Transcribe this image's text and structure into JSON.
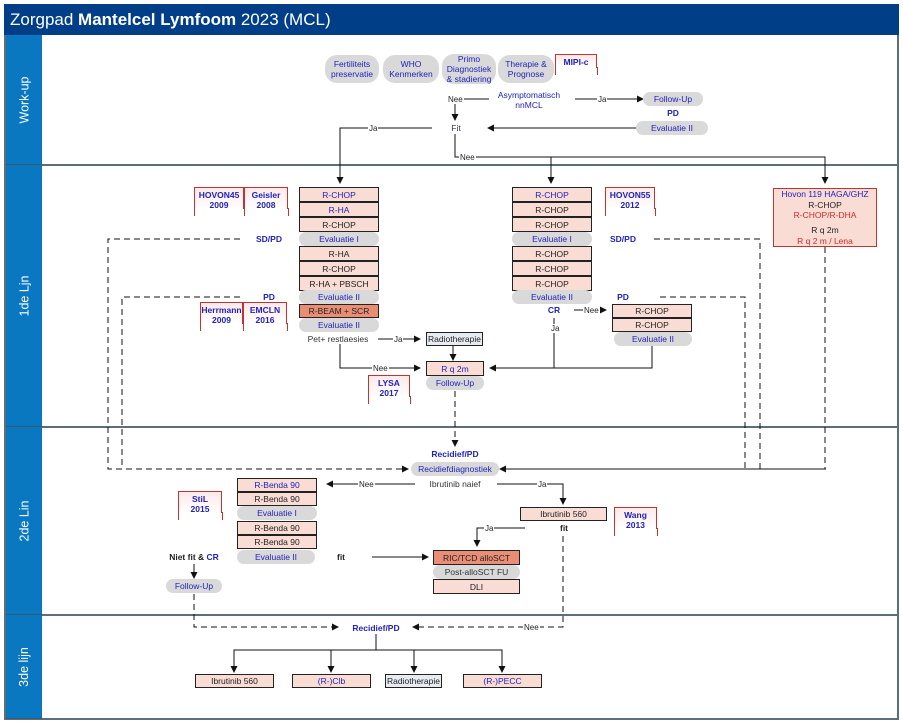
{
  "title": {
    "prefix": "Zorgpad ",
    "bold": "Mantelcel Lymfoom",
    "suffix": " 2023 (MCL)"
  },
  "lanes": [
    "Work-up",
    "1de Ljn",
    "2de Lin",
    "3de lijn"
  ],
  "workup": {
    "pills": [
      "Fertiliteits\npreservatie",
      "WHO\nKenmerken",
      "Primo\nDiagnostiek\n& stadiering",
      "Therapie &\nPrognose"
    ],
    "ref_mipi": "MIPI-c",
    "decision_asym": "Asymptomatisch\nnnMCL",
    "decision_fit": "Fit",
    "followup": "Follow-Up",
    "pd": "PD",
    "eval2": "Evaluatie II"
  },
  "labels": {
    "ja": "Ja",
    "nee": "Nee"
  },
  "line1": {
    "left_refs": [
      "HOVON45\n2009",
      "Geisler\n2008"
    ],
    "left_refs2": [
      "Herrmann\n2009",
      "EMCLN\n2016"
    ],
    "left_col": [
      "R-CHOP",
      "R-HA",
      "R-CHOP",
      "Evaluatie I",
      "R-HA",
      "R-CHOP",
      "R-HA + PBSCH",
      "Evaluatie II",
      "R-BEAM + SCR",
      "Evaluatie II"
    ],
    "sdpd": "SD/PD",
    "pd": "PD",
    "pet": "Pet+ restlaesies",
    "radiotherapie": "Radiotherapie",
    "rq2m": "R q 2m",
    "followup": "Follow-Up",
    "lysa": "LYSA\n2017",
    "mid_col": [
      "R-CHOP",
      "R-CHOP",
      "R-CHOP",
      "Evaluatie I",
      "R-CHOP",
      "R-CHOP",
      "R-CHOP",
      "Evaluatie II"
    ],
    "hovon55": "HOVON55\n2012",
    "cr": "CR",
    "cr_right": [
      "R-CHOP",
      "R-CHOP",
      "Evaluatie II"
    ],
    "hovon119": {
      "title": "Hovon 119  HAGA/GHZ",
      "l1": "R-CHOP",
      "l2": "R-CHOP/R-DHA",
      "l3": "R q 2m",
      "l4": "R q 2 m / Lena"
    }
  },
  "line2": {
    "recidief_pd": "Recidief/PD",
    "recidiefdiagnostiek": "Recidiefdiagnostiek",
    "ibrutinib_naief": "Ibrutinib naief",
    "benda": [
      "R-Benda 90",
      "R-Benda 90",
      "Evaluatie I",
      "R-Benda 90",
      "R-Benda 90",
      "Evaluatie II"
    ],
    "stil": "StiL\n2015",
    "niet_fit_prefix": "Niet fit & ",
    "niet_fit_cr": "CR",
    "followup": "Follow-Up",
    "fit": "fit",
    "ibrutinib560": "Ibrutinib 560",
    "wang": "Wang\n2013",
    "fit2": "fit",
    "allo": [
      "RIC/TCD alloSCT",
      "Post-alloSCT FU",
      "DLI"
    ]
  },
  "line3": {
    "recidief_pd": "Recidief/PD",
    "options": [
      "Ibrutinib 560",
      "(R-)Clb",
      "Radiotherapie",
      "(R-)PECC"
    ]
  }
}
